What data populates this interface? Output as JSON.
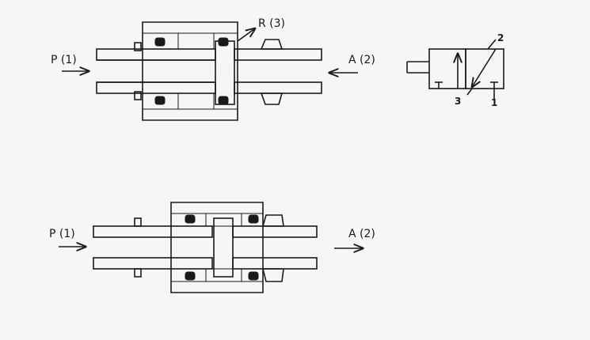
{
  "diagram": {
    "top_valve": {
      "inlet_label": "P (1)",
      "outlet_label": "A (2)",
      "exhaust_label": "R (3)"
    },
    "bottom_valve": {
      "inlet_label": "P (1)",
      "outlet_label": "A (2)"
    },
    "symbol": {
      "port_2": "2",
      "port_3": "3",
      "port_1": "1"
    }
  }
}
